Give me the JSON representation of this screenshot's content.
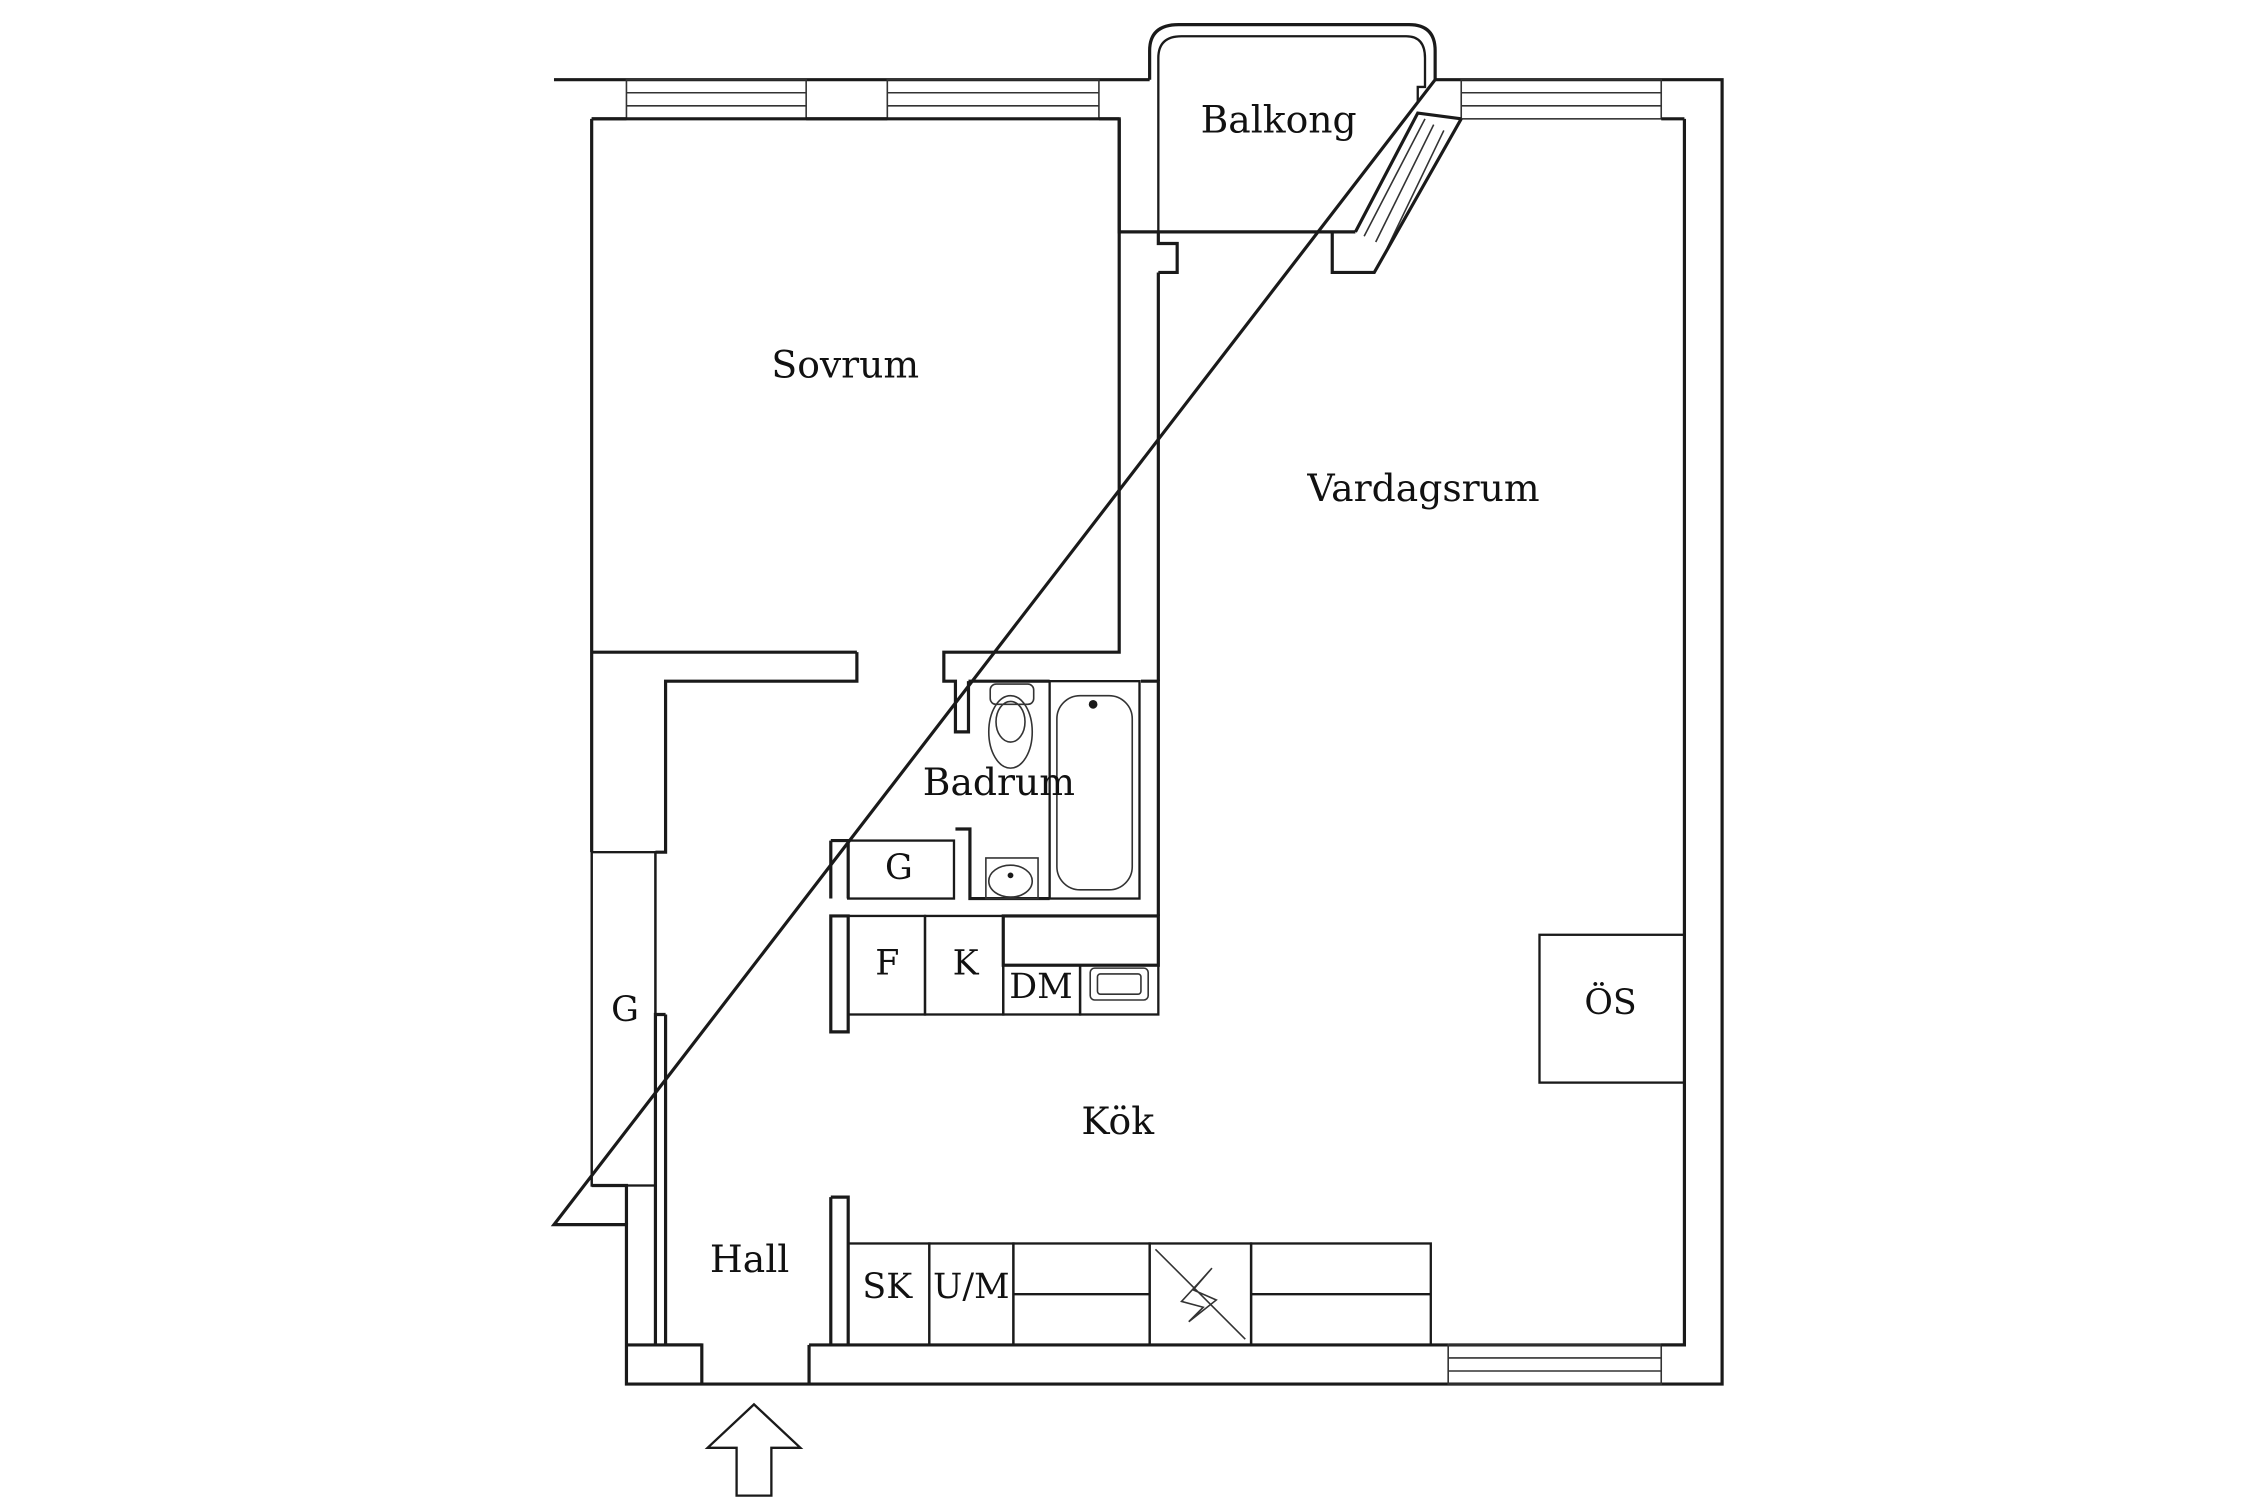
{
  "rooms": {
    "balkong": "Balkong",
    "sovrum": "Sovrum",
    "vardagsrum": "Vardagsrum",
    "badrum": "Badrum",
    "kok": "Kök",
    "hall": "Hall"
  },
  "fixtures": {
    "garderob_bad": "G",
    "garderob_hall": "G",
    "frys": "F",
    "kyl": "K",
    "diskmaskin": "DM",
    "ospis": "ÖS",
    "stadskap": "SK",
    "ugn_mikro": "U/M"
  },
  "colors": {
    "line": "#1a1a1a",
    "background": "#ffffff"
  }
}
